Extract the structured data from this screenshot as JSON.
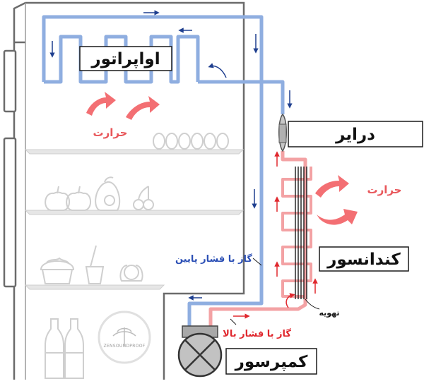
{
  "labels": {
    "evaporator": "اواپراتور",
    "dryer": "درایر",
    "condenser": "کندانسور",
    "compressor": "کمپرسور",
    "heat_top": "حرارت",
    "heat_right": "حرارت",
    "low_pressure_gas": "گاز با فشار پایین",
    "high_pressure_gas": "گاز با فشار بالا",
    "ventilation": "تهویه"
  },
  "watermark": {
    "text": "ZENSOUNDPROOF"
  },
  "colors": {
    "low_pressure_pipe": "#8faee0",
    "high_pressure_pipe": "#f3a2a4",
    "heat_arrow": "#f36f73",
    "flow_arrow_blue": "#1f3f8f",
    "flow_arrow_red": "#e0282e",
    "fridge_outline": "#666666",
    "food_icons": "#cfcfcf"
  },
  "icons": [
    "fridge-outline",
    "egg-icon",
    "fruit-icon",
    "food-icon",
    "bottle-icon",
    "fan-icon",
    "heat-arrow-icon",
    "flow-arrow-icon"
  ]
}
